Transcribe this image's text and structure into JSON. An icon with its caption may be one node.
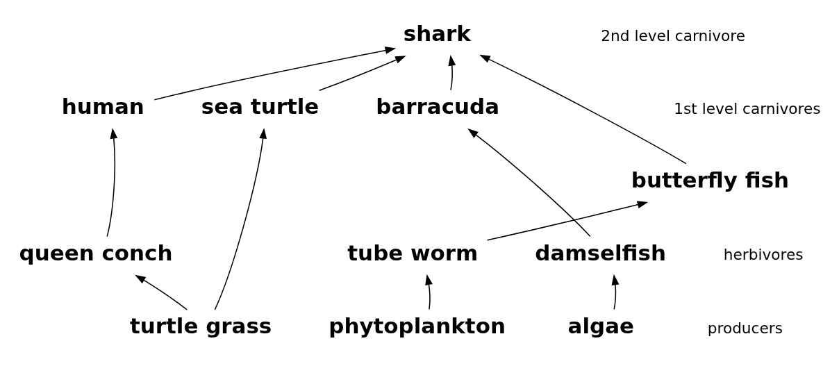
{
  "diagram": {
    "nodes": [
      {
        "text": [
          "shark"
        ]
      },
      {
        "text": [
          "human"
        ]
      },
      {
        "text": [
          "sea turtle"
        ]
      },
      {
        "text": [
          "barracuda"
        ]
      },
      {
        "text": [
          "butterfly fish"
        ]
      },
      {
        "text": [
          "queen conch"
        ]
      },
      {
        "text": [
          "tube worm"
        ]
      },
      {
        "text": [
          "damselfish"
        ]
      },
      {
        "text": [
          "turtle grass"
        ]
      },
      {
        "text": [
          "phytoplankton"
        ]
      },
      {
        "text": [
          "algae"
        ]
      }
    ],
    "edges": [
      {
        "from": 1,
        "to": 0,
        "arrow": "to"
      },
      {
        "from": 2,
        "to": 0,
        "arrow": "to"
      },
      {
        "from": 4,
        "to": 0,
        "arrow": "to"
      },
      {
        "from": 3,
        "to": 0,
        "arrow": "to"
      },
      {
        "from": 5,
        "to": 1,
        "arrow": "to"
      },
      {
        "from": 8,
        "to": 5,
        "arrow": "to"
      },
      {
        "from": 8,
        "to": 2,
        "arrow": "to"
      },
      {
        "from": 6,
        "to": 4,
        "arrow": "to"
      },
      {
        "from": 9,
        "to": 6,
        "arrow": "to"
      },
      {
        "from": 7,
        "to": 3,
        "arrow": "to"
      },
      {
        "from": 10,
        "to": 7,
        "arrow": "to"
      }
    ],
    "labels": [
      "2nd level carnivore",
      "1st level carnivores",
      "herbivores",
      "producers"
    ]
  }
}
